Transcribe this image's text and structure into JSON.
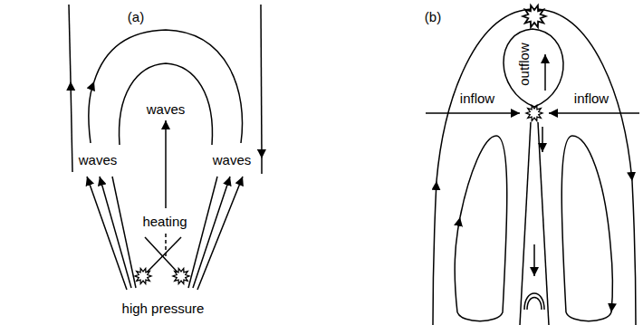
{
  "diagram": {
    "labels": [
      "(a)",
      "waves",
      "waves",
      "waves",
      "heating",
      "high pressure",
      "(b)",
      "outflow",
      "inflow",
      "inflow"
    ]
  }
}
